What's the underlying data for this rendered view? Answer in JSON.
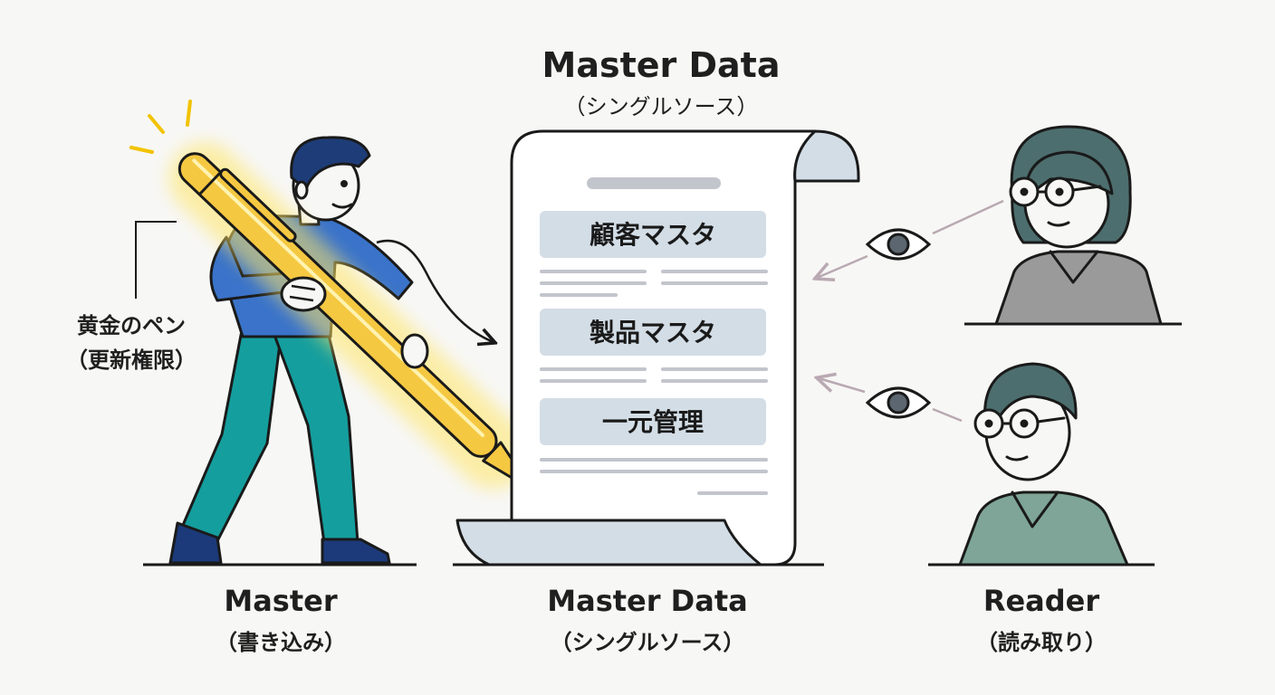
{
  "title": {
    "main": "Master Data",
    "sub": "（シングルソース）"
  },
  "pen_label": {
    "line1": "黄金のペン",
    "line2": "（更新権限）"
  },
  "document": {
    "items": [
      "顧客マスタ",
      "製品マスタ",
      "一元管理"
    ]
  },
  "captions": {
    "master": {
      "main": "Master",
      "sub": "（書き込み）"
    },
    "data": {
      "main": "Master Data",
      "sub": "（シングルソース）"
    },
    "reader": {
      "main": "Reader",
      "sub": "（読み取り）"
    }
  },
  "colors": {
    "pen_gold": "#f5c842",
    "pen_glow": "#ffe566",
    "shirt_blue": "#3a73c9",
    "pants_teal": "#159e9e",
    "shoes_navy": "#1c3a7a",
    "hair_navy": "#1e3d78",
    "reader_top_shirt": "#9a9a9a",
    "reader_bottom_shirt": "#7ea597",
    "reader_hair": "#4d6e6e",
    "box_fill": "#d3dde6",
    "outline": "#1a1a1a"
  },
  "icons": [
    "sparkle-icon",
    "eye-icon",
    "arrow-icon"
  ]
}
